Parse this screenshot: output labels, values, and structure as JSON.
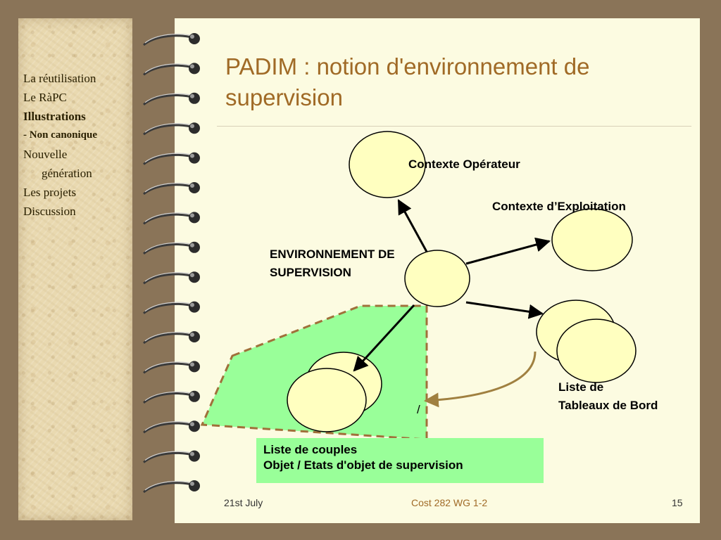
{
  "sidebar": {
    "items": [
      {
        "label": "La réutilisation"
      },
      {
        "label": "Le RàPC"
      },
      {
        "label": "Illustrations"
      },
      {
        "label": "- Non canonique"
      },
      {
        "label": "Nouvelle"
      },
      {
        "label": "génération"
      },
      {
        "label": "Les projets"
      },
      {
        "label": "Discussion"
      }
    ]
  },
  "slide": {
    "title_line1": "PADIM : notion d'environnement de",
    "title_line2": "supervision"
  },
  "diagram": {
    "label_operateur": "Contexte Opérateur",
    "label_exploitation": "Contexte d’Exploitation",
    "label_env_line1": "ENVIRONNEMENT DE",
    "label_env_line2": "SUPERVISION",
    "label_tableaux_line1": "Liste de",
    "label_tableaux_line2": "Tableaux de Bord",
    "label_slash": "/",
    "caption_line1": "Liste de couples",
    "caption_line2": "Objet / Etats d'objet de supervision",
    "colors": {
      "node_fill": "#ffffc0",
      "region_fill": "#99ff99",
      "region_border": "#a0703a",
      "curve": "#a08040",
      "title": "#a06a26"
    }
  },
  "footer": {
    "date": "21st July",
    "event": "Cost 282 WG 1-2",
    "page": "15"
  }
}
